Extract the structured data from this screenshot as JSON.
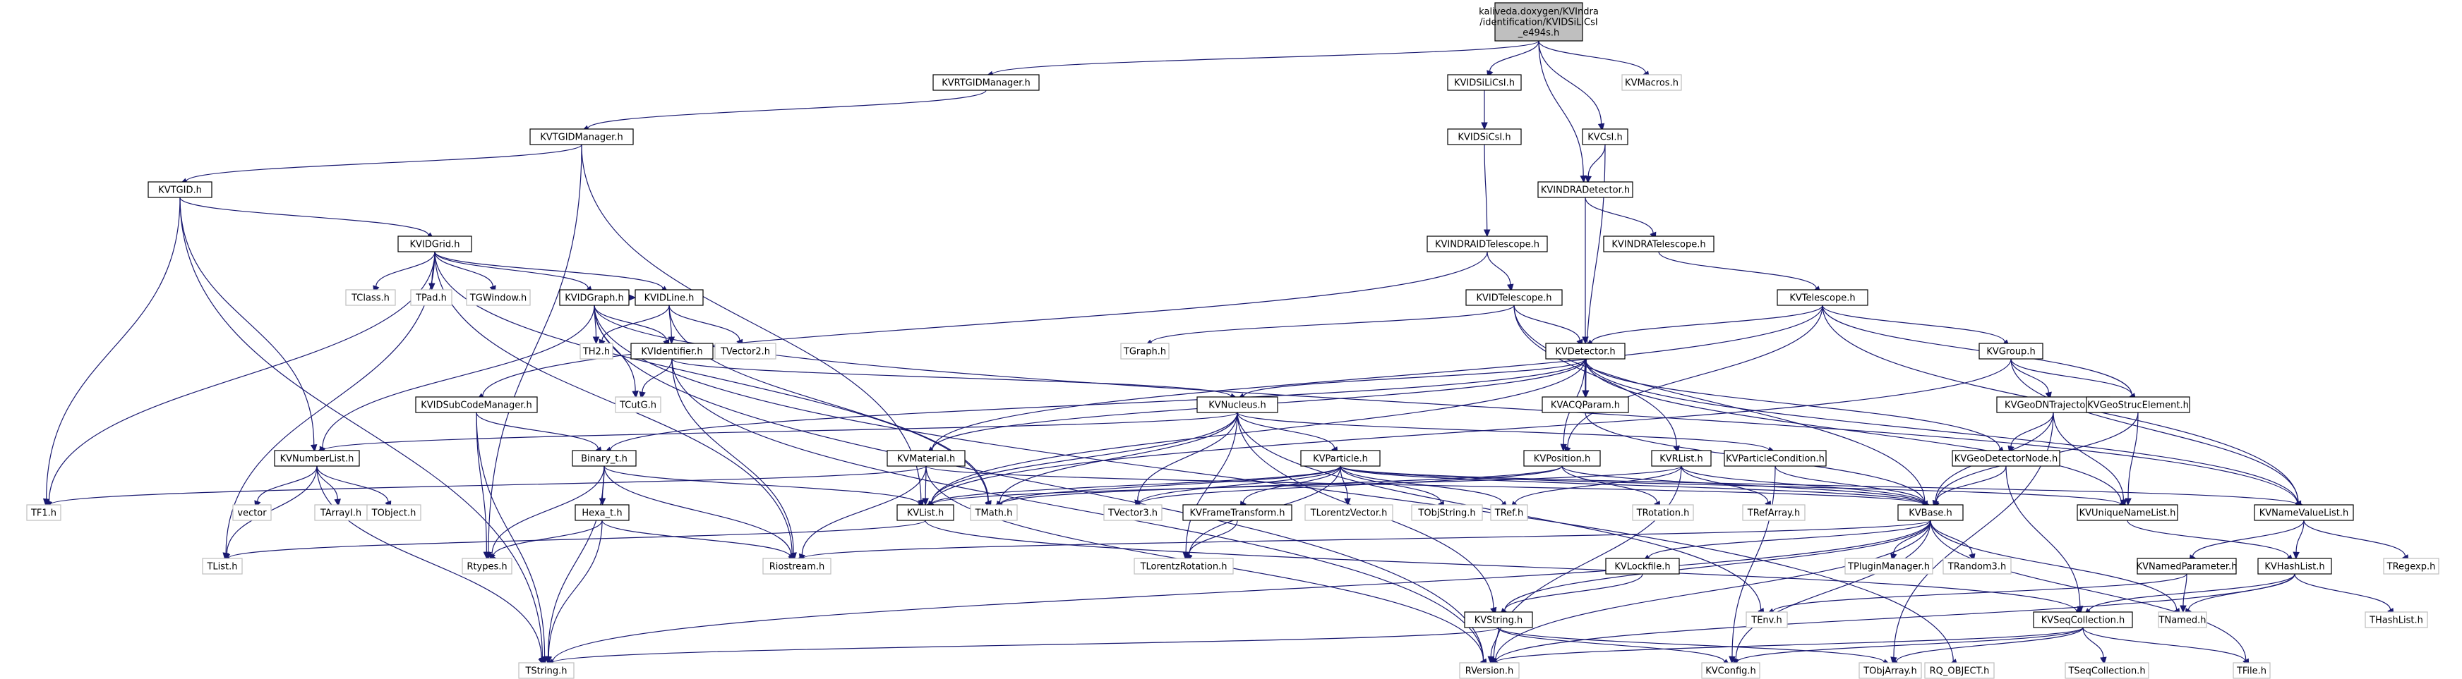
{
  "colors": {
    "edge": "#191970",
    "root_fill": "#bfbfbf",
    "node_border": "#000000",
    "leaf_border": "#bfbfbf"
  },
  "nodes": {
    "root": {
      "lines": [
        "kaliveda.doxygen/KVIndra",
        "/identification/KVIDSiLiCsI",
        "_e494s.h"
      ],
      "type": "root"
    },
    "rtgidmgr": {
      "lines": [
        "KVRTGIDManager.h"
      ],
      "type": "normal"
    },
    "sicsi": {
      "lines": [
        "KVIDSiLiCsI.h"
      ],
      "type": "normal"
    },
    "macros": {
      "lines": [
        "KVMacros.h"
      ],
      "type": "leaf"
    },
    "csi": {
      "lines": [
        "KVCsI.h"
      ],
      "type": "normal"
    },
    "tgidmgr": {
      "lines": [
        "KVTGIDManager.h"
      ],
      "type": "normal"
    },
    "idsicsi": {
      "lines": [
        "KVIDSiCsI.h"
      ],
      "type": "normal"
    },
    "indradet": {
      "lines": [
        "KVINDRADetector.h"
      ],
      "type": "normal"
    },
    "tgid": {
      "lines": [
        "KVTGID.h"
      ],
      "type": "normal"
    },
    "indraidtel": {
      "lines": [
        "KVINDRAIDTelescope.h"
      ],
      "type": "normal"
    },
    "indratel": {
      "lines": [
        "KVINDRATelescope.h"
      ],
      "type": "normal"
    },
    "idgrid": {
      "lines": [
        "KVIDGrid.h"
      ],
      "type": "normal"
    },
    "tclass": {
      "lines": [
        "TClass.h"
      ],
      "type": "leaf"
    },
    "tpad": {
      "lines": [
        "TPad.h"
      ],
      "type": "leaf"
    },
    "tgwindow": {
      "lines": [
        "TGWindow.h"
      ],
      "type": "leaf"
    },
    "idgraph": {
      "lines": [
        "KVIDGraph.h"
      ],
      "type": "normal"
    },
    "idline": {
      "lines": [
        "KVIDLine.h"
      ],
      "type": "normal"
    },
    "idtel": {
      "lines": [
        "KVIDTelescope.h"
      ],
      "type": "normal"
    },
    "telescope": {
      "lines": [
        "KVTelescope.h"
      ],
      "type": "normal"
    },
    "th2": {
      "lines": [
        "TH2.h"
      ],
      "type": "leaf"
    },
    "identifier": {
      "lines": [
        "KVIdentifier.h"
      ],
      "type": "normal"
    },
    "tvector2": {
      "lines": [
        "TVector2.h"
      ],
      "type": "leaf"
    },
    "tgraph": {
      "lines": [
        "TGraph.h"
      ],
      "type": "leaf"
    },
    "detector": {
      "lines": [
        "KVDetector.h"
      ],
      "type": "normal"
    },
    "group": {
      "lines": [
        "KVGroup.h"
      ],
      "type": "normal"
    },
    "tcutg": {
      "lines": [
        "TCutG.h"
      ],
      "type": "leaf"
    },
    "idsubcode": {
      "lines": [
        "KVIDSubCodeManager.h"
      ],
      "type": "normal"
    },
    "nucleus": {
      "lines": [
        "KVNucleus.h"
      ],
      "type": "normal"
    },
    "acqparam": {
      "lines": [
        "KVACQParam.h"
      ],
      "type": "normal"
    },
    "geodntraj": {
      "lines": [
        "KVGeoDNTrajectory.h"
      ],
      "type": "normal"
    },
    "geostruc": {
      "lines": [
        "KVGeoStrucElement.h"
      ],
      "type": "normal"
    },
    "numberlist": {
      "lines": [
        "KVNumberList.h"
      ],
      "type": "normal"
    },
    "binary": {
      "lines": [
        "Binary_t.h"
      ],
      "type": "normal"
    },
    "material": {
      "lines": [
        "KVMaterial.h"
      ],
      "type": "normal"
    },
    "particle": {
      "lines": [
        "KVParticle.h"
      ],
      "type": "normal"
    },
    "position": {
      "lines": [
        "KVPosition.h"
      ],
      "type": "normal"
    },
    "rlist": {
      "lines": [
        "KVRList.h"
      ],
      "type": "normal"
    },
    "partcond": {
      "lines": [
        "KVParticleCondition.h"
      ],
      "type": "normal"
    },
    "geodetnode": {
      "lines": [
        "KVGeoDetectorNode.h"
      ],
      "type": "normal"
    },
    "tf1": {
      "lines": [
        "TF1.h"
      ],
      "type": "leaf"
    },
    "vector": {
      "lines": [
        "vector"
      ],
      "type": "leaf"
    },
    "tarrayi": {
      "lines": [
        "TArrayI.h"
      ],
      "type": "leaf"
    },
    "tobject": {
      "lines": [
        "TObject.h"
      ],
      "type": "leaf"
    },
    "hexa": {
      "lines": [
        "Hexa_t.h"
      ],
      "type": "normal"
    },
    "kvlist": {
      "lines": [
        "KVList.h"
      ],
      "type": "normal"
    },
    "tmath": {
      "lines": [
        "TMath.h"
      ],
      "type": "leaf"
    },
    "tvector3": {
      "lines": [
        "TVector3.h"
      ],
      "type": "leaf"
    },
    "frametrans": {
      "lines": [
        "KVFrameTransform.h"
      ],
      "type": "normal"
    },
    "tlorentzvec": {
      "lines": [
        "TLorentzVector.h"
      ],
      "type": "leaf"
    },
    "tobjstring": {
      "lines": [
        "TObjString.h"
      ],
      "type": "leaf"
    },
    "tref": {
      "lines": [
        "TRef.h"
      ],
      "type": "leaf"
    },
    "trotation": {
      "lines": [
        "TRotation.h"
      ],
      "type": "leaf"
    },
    "trefarray": {
      "lines": [
        "TRefArray.h"
      ],
      "type": "leaf"
    },
    "kvbase": {
      "lines": [
        "KVBase.h"
      ],
      "type": "normal"
    },
    "uniquename": {
      "lines": [
        "KVUniqueNameList.h"
      ],
      "type": "normal"
    },
    "namevalue": {
      "lines": [
        "KVNameValueList.h"
      ],
      "type": "normal"
    },
    "tregexp": {
      "lines": [
        "TRegexp.h"
      ],
      "type": "leaf"
    },
    "tlist": {
      "lines": [
        "TList.h"
      ],
      "type": "leaf"
    },
    "rtypes": {
      "lines": [
        "Rtypes.h"
      ],
      "type": "leaf"
    },
    "riostream": {
      "lines": [
        "Riostream.h"
      ],
      "type": "leaf"
    },
    "tlorentzrot": {
      "lines": [
        "TLorentzRotation.h"
      ],
      "type": "leaf"
    },
    "tpluginmgr": {
      "lines": [
        "TPluginManager.h"
      ],
      "type": "leaf"
    },
    "trandom3": {
      "lines": [
        "TRandom3.h"
      ],
      "type": "leaf"
    },
    "namedparam": {
      "lines": [
        "KVNamedParameter.h"
      ],
      "type": "normal"
    },
    "hashlist": {
      "lines": [
        "KVHashList.h"
      ],
      "type": "normal"
    },
    "lockfile": {
      "lines": [
        "KVLockfile.h"
      ],
      "type": "normal"
    },
    "tenv": {
      "lines": [
        "TEnv.h"
      ],
      "type": "leaf"
    },
    "tnamed": {
      "lines": [
        "TNamed.h"
      ],
      "type": "leaf"
    },
    "thashlist": {
      "lines": [
        "THashList.h"
      ],
      "type": "leaf"
    },
    "kvstring": {
      "lines": [
        "KVString.h"
      ],
      "type": "normal"
    },
    "seqcoll": {
      "lines": [
        "KVSeqCollection.h"
      ],
      "type": "normal"
    },
    "tstring": {
      "lines": [
        "TString.h"
      ],
      "type": "leaf"
    },
    "rversion": {
      "lines": [
        "RVersion.h"
      ],
      "type": "leaf"
    },
    "kvconfig": {
      "lines": [
        "KVConfig.h"
      ],
      "type": "leaf"
    },
    "tobjarray": {
      "lines": [
        "TObjArray.h"
      ],
      "type": "leaf"
    },
    "rqobject": {
      "lines": [
        "RQ_OBJECT.h"
      ],
      "type": "leaf"
    },
    "tseqcoll": {
      "lines": [
        "TSeqCollection.h"
      ],
      "type": "leaf"
    },
    "tfile": {
      "lines": [
        "TFile.h"
      ],
      "type": "leaf"
    }
  },
  "edges": [
    [
      "root",
      "rtgidmgr"
    ],
    [
      "root",
      "sicsi"
    ],
    [
      "root",
      "macros"
    ],
    [
      "root",
      "csi"
    ],
    [
      "root",
      "indradet"
    ],
    [
      "rtgidmgr",
      "tgidmgr"
    ],
    [
      "sicsi",
      "idsicsi"
    ],
    [
      "idsicsi",
      "indraidtel"
    ],
    [
      "csi",
      "indradet"
    ],
    [
      "csi",
      "acqparam"
    ],
    [
      "tgidmgr",
      "tgid"
    ],
    [
      "tgidmgr",
      "rtypes"
    ],
    [
      "tgidmgr",
      "kvlist"
    ],
    [
      "tgid",
      "idgrid"
    ],
    [
      "tgid",
      "numberlist"
    ],
    [
      "tgid",
      "tf1"
    ],
    [
      "tgid",
      "tstring"
    ],
    [
      "indradet",
      "indratel"
    ],
    [
      "indradet",
      "detector"
    ],
    [
      "indraidtel",
      "idtel"
    ],
    [
      "indraidtel",
      "idsubcode"
    ],
    [
      "indratel",
      "telescope"
    ],
    [
      "idgrid",
      "tclass"
    ],
    [
      "idgrid",
      "tpad"
    ],
    [
      "idgrid",
      "tgwindow"
    ],
    [
      "idgrid",
      "idgraph"
    ],
    [
      "idgrid",
      "idline"
    ],
    [
      "idgrid",
      "tf1"
    ],
    [
      "idgrid",
      "tlist"
    ],
    [
      "idgrid",
      "riostream"
    ],
    [
      "idgrid",
      "tmath"
    ],
    [
      "idgraph",
      "idline"
    ],
    [
      "idgraph",
      "identifier"
    ],
    [
      "idgraph",
      "th2"
    ],
    [
      "idgraph",
      "numberlist"
    ],
    [
      "idgraph",
      "tcutg"
    ],
    [
      "idgraph",
      "rqobject"
    ],
    [
      "idgraph",
      "rversion"
    ],
    [
      "idgraph",
      "namevalue"
    ],
    [
      "idline",
      "th2"
    ],
    [
      "idline",
      "identifier"
    ],
    [
      "idline",
      "tvector2"
    ],
    [
      "idline",
      "tmath"
    ],
    [
      "identifier",
      "tcutg"
    ],
    [
      "identifier",
      "nucleus"
    ],
    [
      "identifier",
      "riostream"
    ],
    [
      "identifier",
      "rversion"
    ],
    [
      "idtel",
      "tgraph"
    ],
    [
      "idtel",
      "detector"
    ],
    [
      "idtel",
      "rlist"
    ],
    [
      "idtel",
      "kvbase"
    ],
    [
      "telescope",
      "detector"
    ],
    [
      "telescope",
      "group"
    ],
    [
      "telescope",
      "geostruc"
    ],
    [
      "telescope",
      "position"
    ],
    [
      "telescope",
      "namevalue"
    ],
    [
      "telescope",
      "material"
    ],
    [
      "detector",
      "nucleus"
    ],
    [
      "detector",
      "acqparam"
    ],
    [
      "detector",
      "position"
    ],
    [
      "detector",
      "geodetnode"
    ],
    [
      "detector",
      "kvlist"
    ],
    [
      "detector",
      "binary"
    ],
    [
      "detector",
      "material"
    ],
    [
      "detector",
      "uniquename"
    ],
    [
      "detector",
      "namevalue"
    ],
    [
      "group",
      "geostruc"
    ],
    [
      "group",
      "geodntraj"
    ],
    [
      "group",
      "namevalue"
    ],
    [
      "group",
      "kvlist"
    ],
    [
      "geodntraj",
      "geodetnode"
    ],
    [
      "geodntraj",
      "kvbase"
    ],
    [
      "geodntraj",
      "uniquename"
    ],
    [
      "geodntraj",
      "tobjarray"
    ],
    [
      "geostruc",
      "kvbase"
    ],
    [
      "geostruc",
      "uniquename"
    ],
    [
      "idsubcode",
      "binary"
    ],
    [
      "idsubcode",
      "tstring"
    ],
    [
      "idsubcode",
      "rtypes"
    ],
    [
      "nucleus",
      "particle"
    ],
    [
      "nucleus",
      "numberlist"
    ],
    [
      "nucleus",
      "tmath"
    ],
    [
      "nucleus",
      "tvector3"
    ],
    [
      "nucleus",
      "kvstring"
    ],
    [
      "nucleus",
      "tlorentzrot"
    ],
    [
      "nucleus",
      "partcond"
    ],
    [
      "nucleus",
      "tenv"
    ],
    [
      "nucleus",
      "kvlist"
    ],
    [
      "acqparam",
      "kvbase"
    ],
    [
      "numberlist",
      "vector"
    ],
    [
      "numberlist",
      "tarrayi"
    ],
    [
      "numberlist",
      "tobject"
    ],
    [
      "numberlist",
      "tlist"
    ],
    [
      "numberlist",
      "tstring"
    ],
    [
      "binary",
      "hexa"
    ],
    [
      "binary",
      "rtypes"
    ],
    [
      "binary",
      "riostream"
    ],
    [
      "binary",
      "tstring"
    ],
    [
      "binary",
      "kvlist"
    ],
    [
      "hexa",
      "rtypes"
    ],
    [
      "hexa",
      "riostream"
    ],
    [
      "hexa",
      "tstring"
    ],
    [
      "material",
      "kvbase"
    ],
    [
      "material",
      "kvlist"
    ],
    [
      "material",
      "riostream"
    ],
    [
      "material",
      "rversion"
    ],
    [
      "material",
      "tf1"
    ],
    [
      "particle",
      "tvector3"
    ],
    [
      "particle",
      "frametrans"
    ],
    [
      "particle",
      "tlorentzvec"
    ],
    [
      "particle",
      "tobjstring"
    ],
    [
      "particle",
      "tref"
    ],
    [
      "particle",
      "kvbase"
    ],
    [
      "particle",
      "kvlist"
    ],
    [
      "particle",
      "tmath"
    ],
    [
      "particle",
      "uniquename"
    ],
    [
      "particle",
      "namevalue"
    ],
    [
      "particle",
      "tlorentzrot"
    ],
    [
      "position",
      "trotation"
    ],
    [
      "position",
      "tvector3"
    ],
    [
      "position",
      "kvbase"
    ],
    [
      "position",
      "tmath"
    ],
    [
      "rlist",
      "kvlist"
    ],
    [
      "rlist",
      "trefarray"
    ],
    [
      "rlist",
      "tref"
    ],
    [
      "rlist",
      "kvbase"
    ],
    [
      "rlist",
      "rversion"
    ],
    [
      "partcond",
      "kvbase"
    ],
    [
      "partcond",
      "kvconfig"
    ],
    [
      "geodetnode",
      "kvbase"
    ],
    [
      "geodetnode",
      "seqcoll"
    ],
    [
      "frametrans",
      "tlorentzrot"
    ],
    [
      "kvlist",
      "tlist"
    ],
    [
      "kvlist",
      "seqcoll"
    ],
    [
      "kvbase",
      "riostream"
    ],
    [
      "kvbase",
      "tpluginmgr"
    ],
    [
      "kvbase",
      "trandom3"
    ],
    [
      "kvbase",
      "lockfile"
    ],
    [
      "kvbase",
      "kvstring"
    ],
    [
      "kvbase",
      "tstring"
    ],
    [
      "kvbase",
      "tnamed"
    ],
    [
      "kvbase",
      "tfile"
    ],
    [
      "kvbase",
      "rversion"
    ],
    [
      "kvbase",
      "kvconfig"
    ],
    [
      "lockfile",
      "kvstring"
    ],
    [
      "kvstring",
      "tstring"
    ],
    [
      "kvstring",
      "rversion"
    ],
    [
      "kvstring",
      "kvconfig"
    ],
    [
      "kvstring",
      "tobjarray"
    ],
    [
      "uniquename",
      "hashlist"
    ],
    [
      "namevalue",
      "namedparam"
    ],
    [
      "namevalue",
      "hashlist"
    ],
    [
      "namevalue",
      "tregexp"
    ],
    [
      "namedparam",
      "tenv"
    ],
    [
      "namedparam",
      "tnamed"
    ],
    [
      "hashlist",
      "seqcoll"
    ],
    [
      "hashlist",
      "thashlist"
    ],
    [
      "hashlist",
      "tnamed"
    ],
    [
      "hashlist",
      "rversion"
    ],
    [
      "seqcoll",
      "kvconfig"
    ],
    [
      "seqcoll",
      "tobjarray"
    ],
    [
      "seqcoll",
      "tseqcoll"
    ],
    [
      "seqcoll",
      "tfile"
    ],
    [
      "seqcoll",
      "rversion"
    ]
  ]
}
